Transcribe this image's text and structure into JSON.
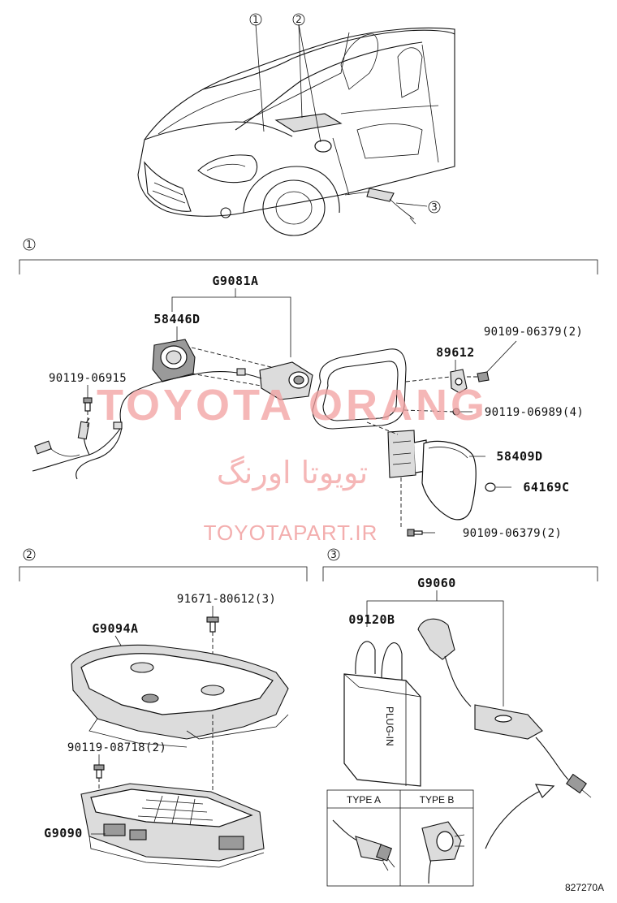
{
  "callouts": {
    "c1": "1",
    "c2": "2",
    "c3": "3"
  },
  "sections": {
    "s1": {
      "marker": "1"
    },
    "s2": {
      "marker": "2"
    },
    "s3": {
      "marker": "3"
    }
  },
  "parts": {
    "g9081a": "G9081A",
    "p58446d": "58446D",
    "p90109_06379_top": "90109-06379(2)",
    "p89612": "89612",
    "p90119_06915": "90119-06915",
    "p90119_06989": "90119-06989(4)",
    "p58409d": "58409D",
    "p64169c": "64169C",
    "p90109_06379_bot": "90109-06379(2)",
    "p91671_80612": "91671-80612(3)",
    "g9094a": "G9094A",
    "p90119_08718": "90119-08718(2)",
    "g9090": "G9090",
    "g9060": "G9060",
    "p09120b": "09120B"
  },
  "bag_print": "PLUG-IN",
  "type_table": {
    "type_a": "TYPE A",
    "type_b": "TYPE B"
  },
  "watermarks": {
    "latin": "TOYOTA ORANG",
    "persian": "تویوتا اورنگ",
    "site": "TOYOTAPART.IR"
  },
  "diagram_code": "827270A",
  "colors": {
    "watermark": "#f2a0a0",
    "ink": "#111111",
    "background": "#ffffff"
  }
}
